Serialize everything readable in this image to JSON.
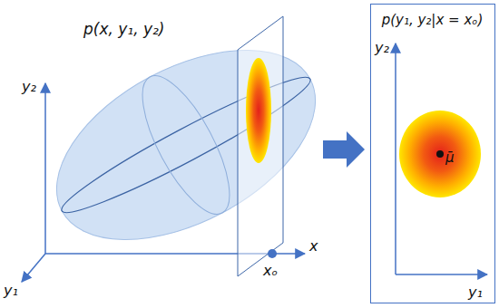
{
  "diagram": {
    "nodes": [
      {
        "text": [
          "p(y₁, y₂|x = xₒ)",
          "y₂",
          "y₁",
          "μ̄"
        ]
      }
    ],
    "labels": [
      "p(x, y₁, y₂)",
      "y₂",
      "y₁",
      "x",
      "xₒ"
    ]
  }
}
